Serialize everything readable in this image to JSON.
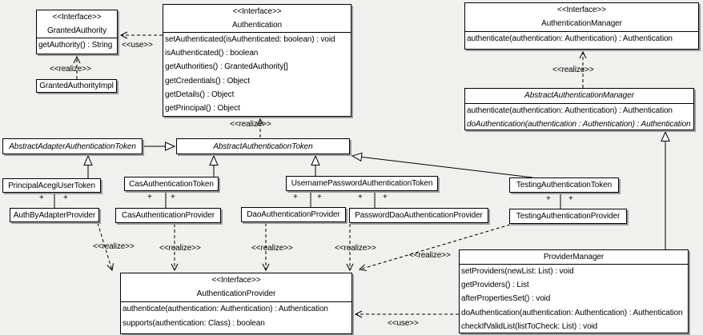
{
  "colors": {
    "background": "#f0f0ee",
    "box_fill": "#ffffff",
    "line": "#000000",
    "shadow": "#9c9c9c"
  },
  "labels": {
    "use": "<<use>>",
    "realize": "<<realize>>",
    "plus": "+"
  },
  "classes": {
    "granted_authority": {
      "stereotype": "<<Interface>>",
      "name": "GrantedAuthority",
      "methods": [
        "getAuthority() : String"
      ]
    },
    "granted_authority_impl": {
      "name": "GrantedAuthorityImpl"
    },
    "authentication": {
      "stereotype": "<<Interface>>",
      "name": "Authentication",
      "methods": [
        "setAuthenticated(isAuthenticated: boolean) : void",
        "isAuthenticated() : boolean",
        "getAuthorities() : GrantedAuthority[]",
        "getCredentials() : Object",
        "getDetails() : Object",
        "getPrincipal() : Object"
      ]
    },
    "authentication_manager": {
      "stereotype": "<<Interface>>",
      "name": "AuthenticationManager",
      "methods": [
        "authenticate(authentication: Authentication) : Authentication"
      ]
    },
    "abstract_authentication_manager": {
      "name": "AbstractAuthenticationManager",
      "methods": [
        "authenticate(authentication: Authentication) : Authentication",
        "doAuthentication(authentication : Authentication) : Authentication"
      ]
    },
    "abstract_adapter_authentication_token": {
      "name": "AbstractAdapterAuthenticationToken"
    },
    "abstract_authentication_token": {
      "name": "AbstractAuthenticationToken"
    },
    "principal_acegi_user_token": {
      "name": "PrincipalAcegiUserToken"
    },
    "cas_authentication_token": {
      "name": "CasAuthenticationToken"
    },
    "username_password_authentication_token": {
      "name": "UsernamePasswordAuthenticationToken"
    },
    "testing_authentication_token": {
      "name": "TestingAuthenticationToken"
    },
    "auth_by_adapter_provider": {
      "name": "AuthByAdapterProvider"
    },
    "cas_authentication_provider": {
      "name": "CasAuthenticationProvider"
    },
    "dao_authentication_provider": {
      "name": "DaoAuthenticationProvider"
    },
    "password_dao_authentication_provider": {
      "name": "PasswordDaoAuthenticationProvider"
    },
    "testing_authentication_provider": {
      "name": "TestingAuthenticationProvider"
    },
    "authentication_provider": {
      "stereotype": "<<Interface>>",
      "name": "AuthenticationProvider",
      "methods": [
        "authenticate(authentication: Authentication) : Authentication",
        "supports(authentication: Class) : boolean"
      ]
    },
    "provider_manager": {
      "name": "ProviderManager",
      "methods": [
        "setProviders(newList: List) : void",
        "getProviders() : List",
        "afterPropertiesSet() : void",
        "doAuthentication(authentication: Authentication) : Authentication",
        "checkIfValidList(listToCheck: List) : void"
      ]
    }
  }
}
